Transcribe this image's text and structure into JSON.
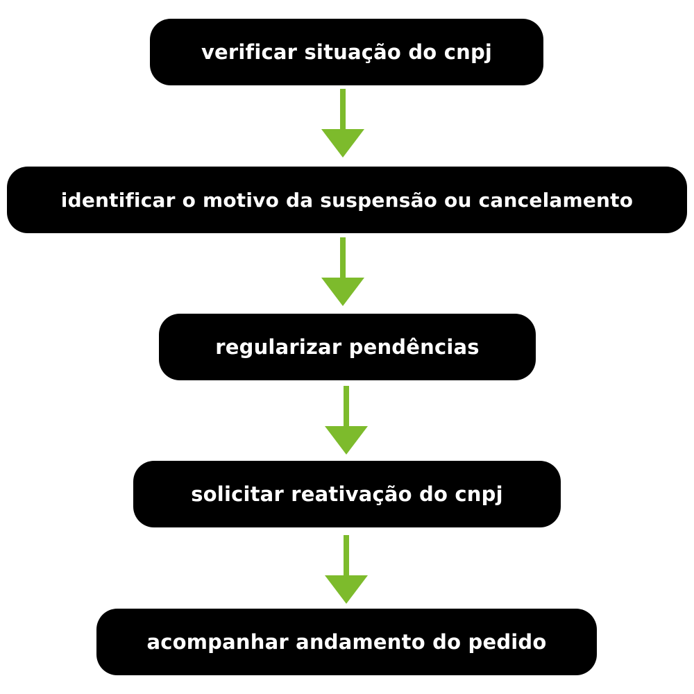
{
  "flow": {
    "steps": [
      {
        "label": "verificar situação do cnpj"
      },
      {
        "label": "identificar o motivo da suspensão ou cancelamento"
      },
      {
        "label": "regularizar pendências"
      },
      {
        "label": "solicitar reativação do cnpj"
      },
      {
        "label": "acompanhar andamento do pedido"
      }
    ],
    "box_color": "#000000",
    "text_color": "#ffffff",
    "arrow_color": "#7dbb2c",
    "arrow_icon": "arrow-down-icon"
  }
}
